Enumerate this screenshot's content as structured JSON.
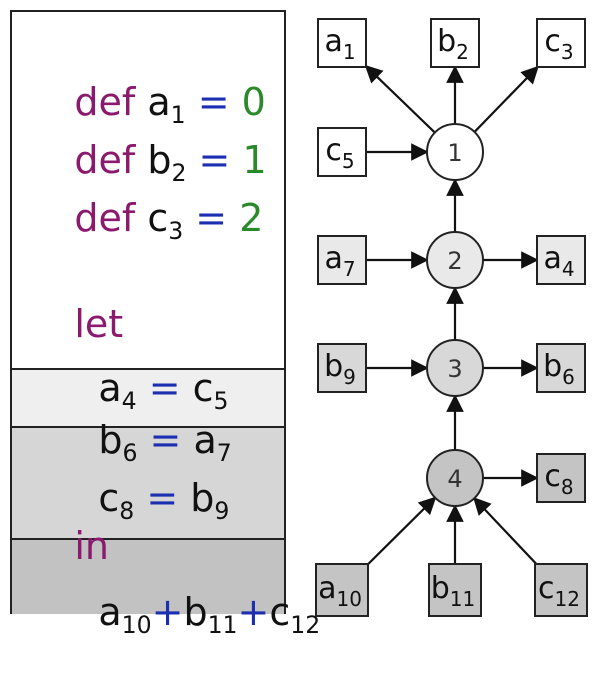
{
  "code": {
    "lines": [
      {
        "kw": "def",
        "base": "a",
        "sub": "1",
        "op": "=",
        "num": "0"
      },
      {
        "kw": "def",
        "base": "b",
        "sub": "2",
        "op": "=",
        "num": "1"
      },
      {
        "kw": "def",
        "base": "c",
        "sub": "3",
        "op": "=",
        "num": "2"
      }
    ],
    "let_kw": "let",
    "bind1": {
      "lhs": "a",
      "lhs_sub": "4",
      "op": "=",
      "rhs": "c",
      "rhs_sub": "5"
    },
    "bind2": {
      "lhs": "b",
      "lhs_sub": "6",
      "op": "=",
      "rhs": "a",
      "rhs_sub": "7"
    },
    "bind3": {
      "lhs": "c",
      "lhs_sub": "8",
      "op": "=",
      "rhs": "b",
      "rhs_sub": "9"
    },
    "in_kw": "in",
    "body": {
      "a": "a",
      "a_sub": "10",
      "plus1": "+",
      "b": "b",
      "b_sub": "11",
      "plus2": "+",
      "c": "c",
      "c_sub": "12"
    }
  },
  "graph": {
    "nodes": [
      {
        "id": "n1",
        "label": "1",
        "fill": "#ffffff"
      },
      {
        "id": "n2",
        "label": "2",
        "fill": "#e9e9e9"
      },
      {
        "id": "n3",
        "label": "3",
        "fill": "#d8d8d8"
      },
      {
        "id": "n4",
        "label": "4",
        "fill": "#c4c4c4"
      }
    ],
    "boxes": [
      {
        "id": "a1",
        "base": "a",
        "sub": "1",
        "fill": "#ffffff"
      },
      {
        "id": "b2",
        "base": "b",
        "sub": "2",
        "fill": "#ffffff"
      },
      {
        "id": "c3",
        "base": "c",
        "sub": "3",
        "fill": "#ffffff"
      },
      {
        "id": "c5",
        "base": "c",
        "sub": "5",
        "fill": "#ffffff"
      },
      {
        "id": "a7",
        "base": "a",
        "sub": "7",
        "fill": "#e9e9e9"
      },
      {
        "id": "a4",
        "base": "a",
        "sub": "4",
        "fill": "#e9e9e9"
      },
      {
        "id": "b9",
        "base": "b",
        "sub": "9",
        "fill": "#d8d8d8"
      },
      {
        "id": "b6",
        "base": "b",
        "sub": "6",
        "fill": "#d8d8d8"
      },
      {
        "id": "c8",
        "base": "c",
        "sub": "8",
        "fill": "#c4c4c4"
      },
      {
        "id": "a10",
        "base": "a",
        "sub": "10",
        "fill": "#c4c4c4"
      },
      {
        "id": "b11",
        "base": "b",
        "sub": "11",
        "fill": "#c4c4c4"
      },
      {
        "id": "c12",
        "base": "c",
        "sub": "12",
        "fill": "#c4c4c4"
      }
    ],
    "edges": [
      [
        "n1",
        "a1"
      ],
      [
        "n1",
        "b2"
      ],
      [
        "n1",
        "c3"
      ],
      [
        "c5",
        "n1"
      ],
      [
        "n2",
        "n1"
      ],
      [
        "a7",
        "n2"
      ],
      [
        "n2",
        "a4"
      ],
      [
        "n3",
        "n2"
      ],
      [
        "b9",
        "n3"
      ],
      [
        "n3",
        "b6"
      ],
      [
        "n4",
        "n3"
      ],
      [
        "n4",
        "c8"
      ],
      [
        "a10",
        "n4"
      ],
      [
        "b11",
        "n4"
      ],
      [
        "c12",
        "n4"
      ]
    ]
  },
  "colors": {
    "band_light": "#efefef",
    "band_mid": "#d6d6d6",
    "band_dark": "#c2c2c2",
    "stroke": "#222222"
  }
}
